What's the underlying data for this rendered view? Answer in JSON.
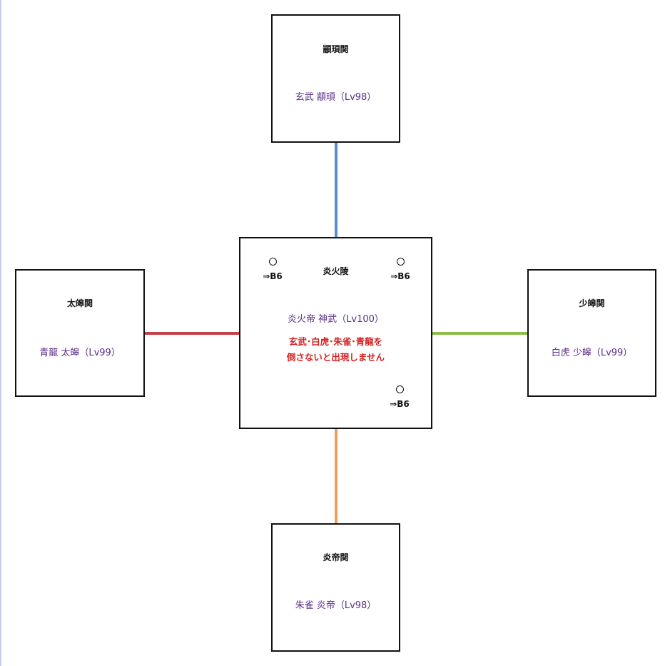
{
  "colors": {
    "north_line": "#5b8ec8",
    "west_line": "#c6404a",
    "east_line": "#8cbc48",
    "south_line": "#eca05a",
    "boss_text": "#5a2d86",
    "warning_text": "#d42020"
  },
  "rooms": {
    "north": {
      "name": "顓頊関",
      "boss": "玄武 顓頊（Lv98）"
    },
    "west": {
      "name": "太皞関",
      "boss": "青龍 太皞（Lv99）"
    },
    "east": {
      "name": "少皞関",
      "boss": "白虎 少皞（Lv99）"
    },
    "south": {
      "name": "炎帝関",
      "boss": "朱雀 炎帝（Lv98）"
    },
    "center": {
      "name": "炎火陵",
      "boss": "炎火帝 神武（Lv100）",
      "warning_line1": "玄武･白虎･朱雀･青龍を",
      "warning_line2": "倒さないと出現しません",
      "portals": [
        {
          "label": "⇒B6"
        },
        {
          "label": "⇒B6"
        },
        {
          "label": "⇒B6"
        }
      ]
    }
  }
}
